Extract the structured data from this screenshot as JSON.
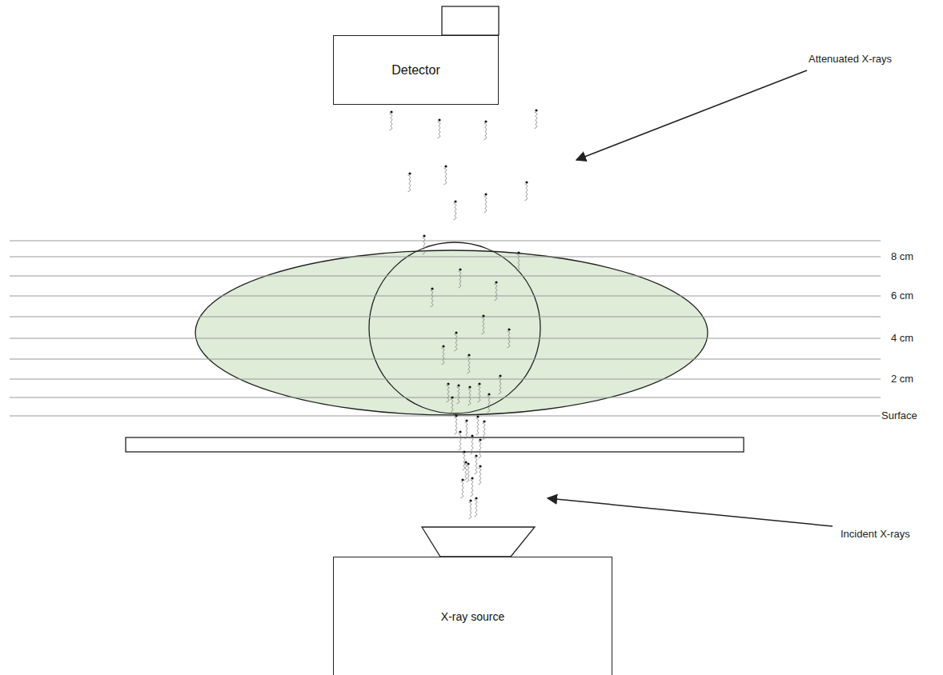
{
  "diagram": {
    "nodes": [
      {
        "text": [
          "Detector"
        ]
      },
      {
        "text": [
          "X-ray source"
        ]
      }
    ],
    "labels": [
      "Attenuated X-rays",
      "8 cm",
      "6 cm",
      "4 cm",
      "2 cm",
      "Surface",
      "Incident X-rays"
    ]
  }
}
